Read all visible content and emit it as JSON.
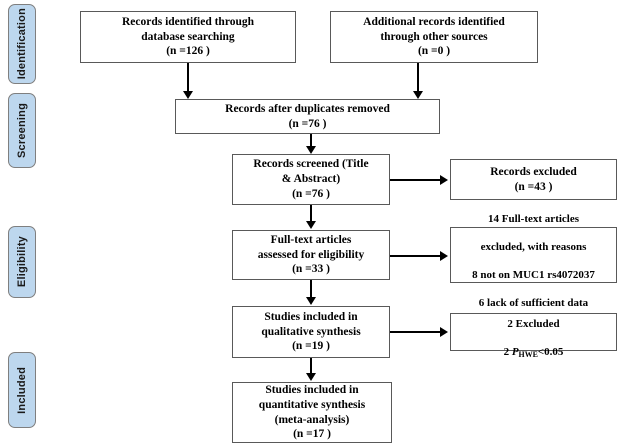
{
  "diagram": {
    "title": "PRISMA study selection flow diagram",
    "colors": {
      "stage_tab_fill": "#bdd7ee",
      "stage_tab_border": "#7f7f7f",
      "box_border": "#595959",
      "box_fill": "#ffffff",
      "connector": "#000000"
    }
  },
  "stages": [
    {
      "id": "identification",
      "label": "Identification"
    },
    {
      "id": "screening",
      "label": "Screening"
    },
    {
      "id": "eligibility",
      "label": "Eligibility"
    },
    {
      "id": "included",
      "label": "Included"
    }
  ],
  "boxes": {
    "records_identified": {
      "id": "records-identified-database",
      "text": "Records identified through\ndatabase searching\n(n =126   )",
      "n": 126
    },
    "additional_records": {
      "id": "additional-records-other-sources",
      "text": "Additional records identified\nthrough other sources\n(n =0   )",
      "n": 0
    },
    "duplicates_removed": {
      "id": "records-after-duplicates-removed",
      "text": "Records after duplicates removed\n(n =76   )",
      "n": 76
    },
    "records_screened": {
      "id": "records-screened",
      "text": "Records screened (Title\n& Abstract)\n(n =76   )",
      "n": 76
    },
    "records_excluded": {
      "id": "records-excluded",
      "text": "Records excluded\n(n =43   )",
      "n": 43
    },
    "fulltext_assessed": {
      "id": "full-text-articles-assessed",
      "text": "Full-text articles\nassessed for eligibility\n(n =33   )",
      "n": 33
    },
    "fulltext_excluded": {
      "id": "full-text-articles-excluded",
      "line1": "14 Full-text articles",
      "line2": "excluded, with reasons",
      "line3": "8 not on MUC1 rs4072037",
      "line4": "6 lack of sufficient data"
    },
    "qualitative_synthesis": {
      "id": "studies-included-qualitative",
      "text": "Studies included in\nqualitative synthesis\n(n =19  )",
      "n": 19
    },
    "hwe_excluded": {
      "id": "hwe-excluded",
      "line1": "2 Excluded",
      "line2_prefix": "2 ",
      "line2_italic": "P",
      "line2_sub": "HWE",
      "line2_suffix": "<0.05"
    },
    "quantitative_synthesis": {
      "id": "studies-included-quantitative",
      "text": "Studies included in\nquantitative synthesis\n(meta-analysis)\n(n =17   )",
      "n": 17
    }
  }
}
